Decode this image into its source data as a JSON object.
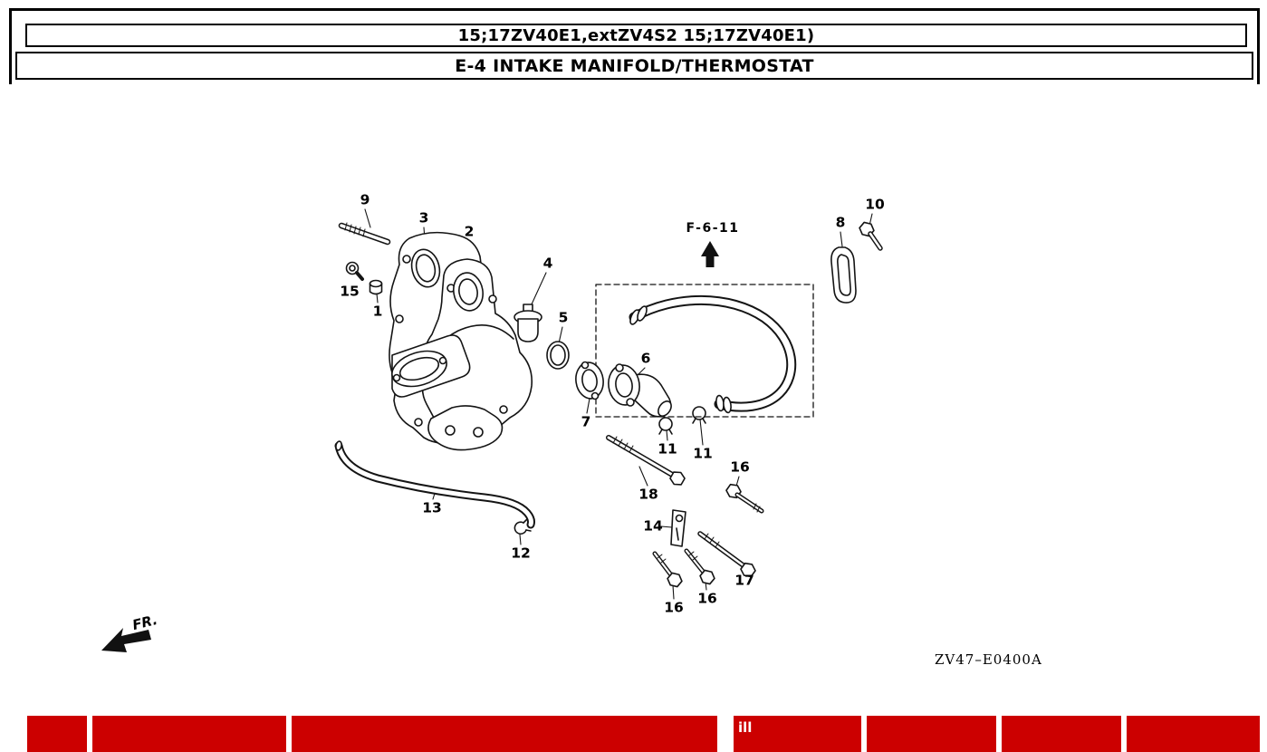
{
  "header": {
    "model_line": "15;17ZV40E1,extZV4S2 15;17ZV40E1)",
    "section_line": "E-4 INTAKE MANIFOLD/THERMOSTAT"
  },
  "diagram": {
    "ref_label": "F-6-11",
    "fr_label": "FR.",
    "code": "ZV47–E0400A",
    "callouts": [
      {
        "label": "9"
      },
      {
        "label": "3"
      },
      {
        "label": "2"
      },
      {
        "label": "4"
      },
      {
        "label": "15"
      },
      {
        "label": "1"
      },
      {
        "label": "5"
      },
      {
        "label": "8"
      },
      {
        "label": "10"
      },
      {
        "label": "6"
      },
      {
        "label": "7"
      },
      {
        "label": "11"
      },
      {
        "label": "11"
      },
      {
        "label": "16"
      },
      {
        "label": "18"
      },
      {
        "label": "13"
      },
      {
        "label": "12"
      },
      {
        "label": "14"
      },
      {
        "label": "17"
      },
      {
        "label": "16"
      },
      {
        "label": "16"
      }
    ]
  },
  "footer": {
    "columns": [
      {
        "label": ""
      },
      {
        "label": ""
      },
      {
        "label": ""
      },
      {
        "label": "ill"
      },
      {
        "label": ""
      },
      {
        "label": ""
      },
      {
        "label": ""
      }
    ]
  },
  "colors": {
    "table_red": "#cc0000",
    "ink": "#000000"
  }
}
